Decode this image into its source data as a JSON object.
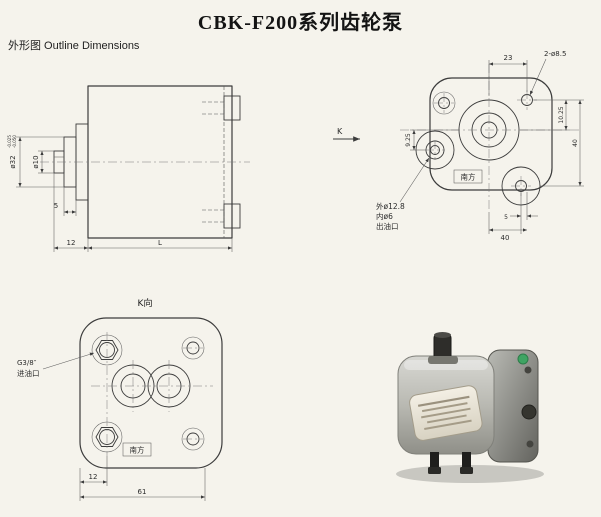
{
  "page": {
    "title": "CBK-F200系列齿轮泵",
    "subtitle": "外形图 Outline Dimensions"
  },
  "side_view": {
    "dia_flange": "ø32",
    "dia_flange_tol_upper": "-0.025",
    "dia_flange_tol_lower": "-0.050",
    "dia_shaft": "ø10",
    "dim_hub": "5",
    "dim_step": "12",
    "dim_length": "L"
  },
  "front_view": {
    "view_label": "K",
    "dim_top": "23",
    "hole_callout": "2-ø8.5",
    "dim_left": "9.25",
    "dim_right_inner": "10.25",
    "dim_right_outer": "40",
    "dim_bottom_offset": "5",
    "dim_bottom_span": "40",
    "port_label_1": "外ø12.8",
    "port_label_2": "内ø6",
    "port_label_3": "出油口",
    "stamp": "南方"
  },
  "k_view": {
    "title": "K向",
    "thread_label": "G3/8″",
    "port_label": "进油口",
    "dim_edge": "12",
    "dim_span": "61",
    "stamp": "南方"
  }
}
